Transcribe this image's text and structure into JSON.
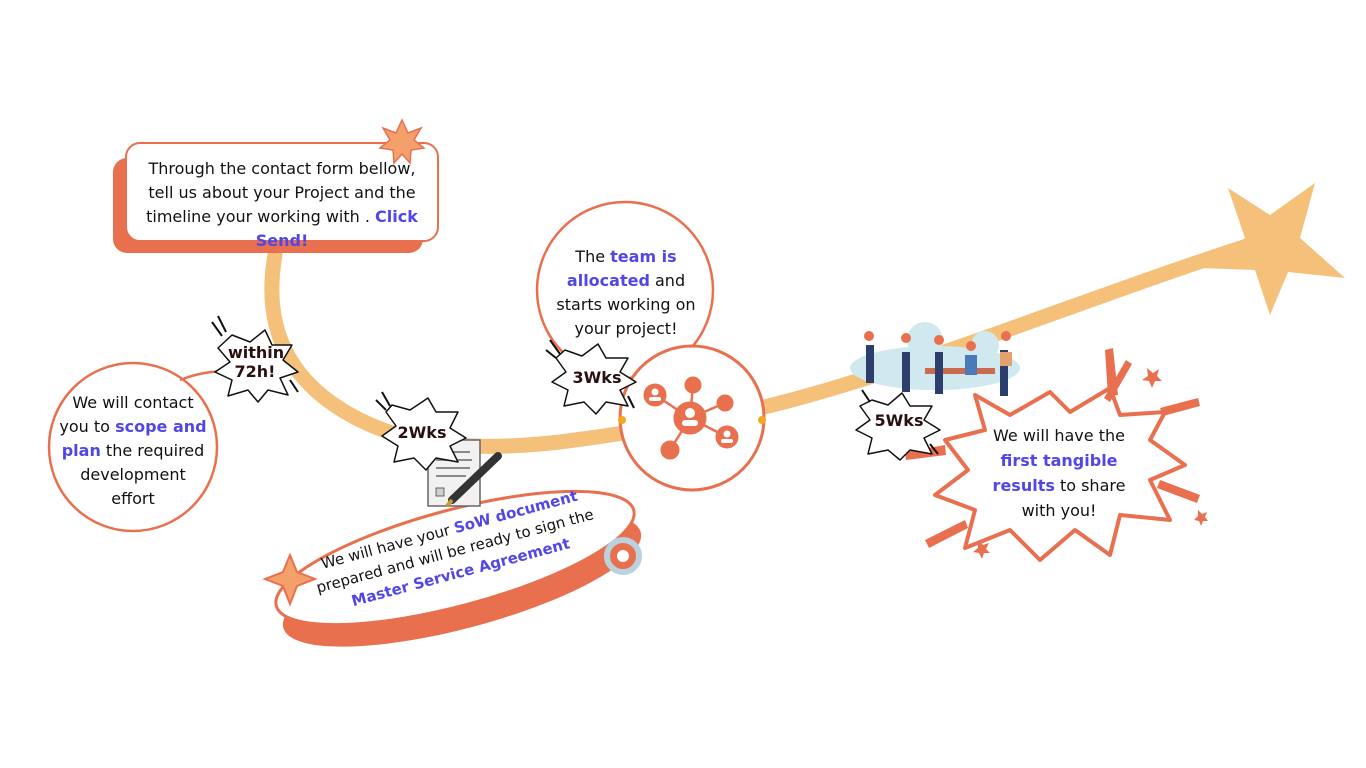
{
  "colors": {
    "orange": "#e8704f",
    "path_yellow": "#f5c07a",
    "accent_blue": "#5147e6",
    "dark": "#2a1010"
  },
  "steps": {
    "contact": {
      "text_a": "Through the contact form bellow, tell us about your Project and the timeline your working with . ",
      "highlight": "Click Send!"
    },
    "scope": {
      "text_a": "We will contact you to ",
      "highlight": "scope and plan",
      "text_b": " the required development effort"
    },
    "sow": {
      "text_a": "We will have your ",
      "highlight_a": "SoW document",
      "text_b": " prepared and will be ready to sign the ",
      "highlight_b": "Master Service Agreement"
    },
    "team": {
      "text_a": "The ",
      "highlight": "team is allocated",
      "text_b": " and starts working on your project!"
    },
    "results": {
      "text_a": "We will have the ",
      "highlight": "first tangible results",
      "text_b": " to share with you!"
    }
  },
  "badges": {
    "within_72h": "within 72h!",
    "wks_2": "2Wks",
    "wks_3": "3Wks",
    "wks_5": "5Wks"
  },
  "icons": {
    "star_top": "star-icon",
    "big_star": "star-icon",
    "sparkle": "sparkle-icon",
    "document": "document-pen-icon",
    "network": "team-network-icon",
    "people": "team-meeting-illustration"
  }
}
